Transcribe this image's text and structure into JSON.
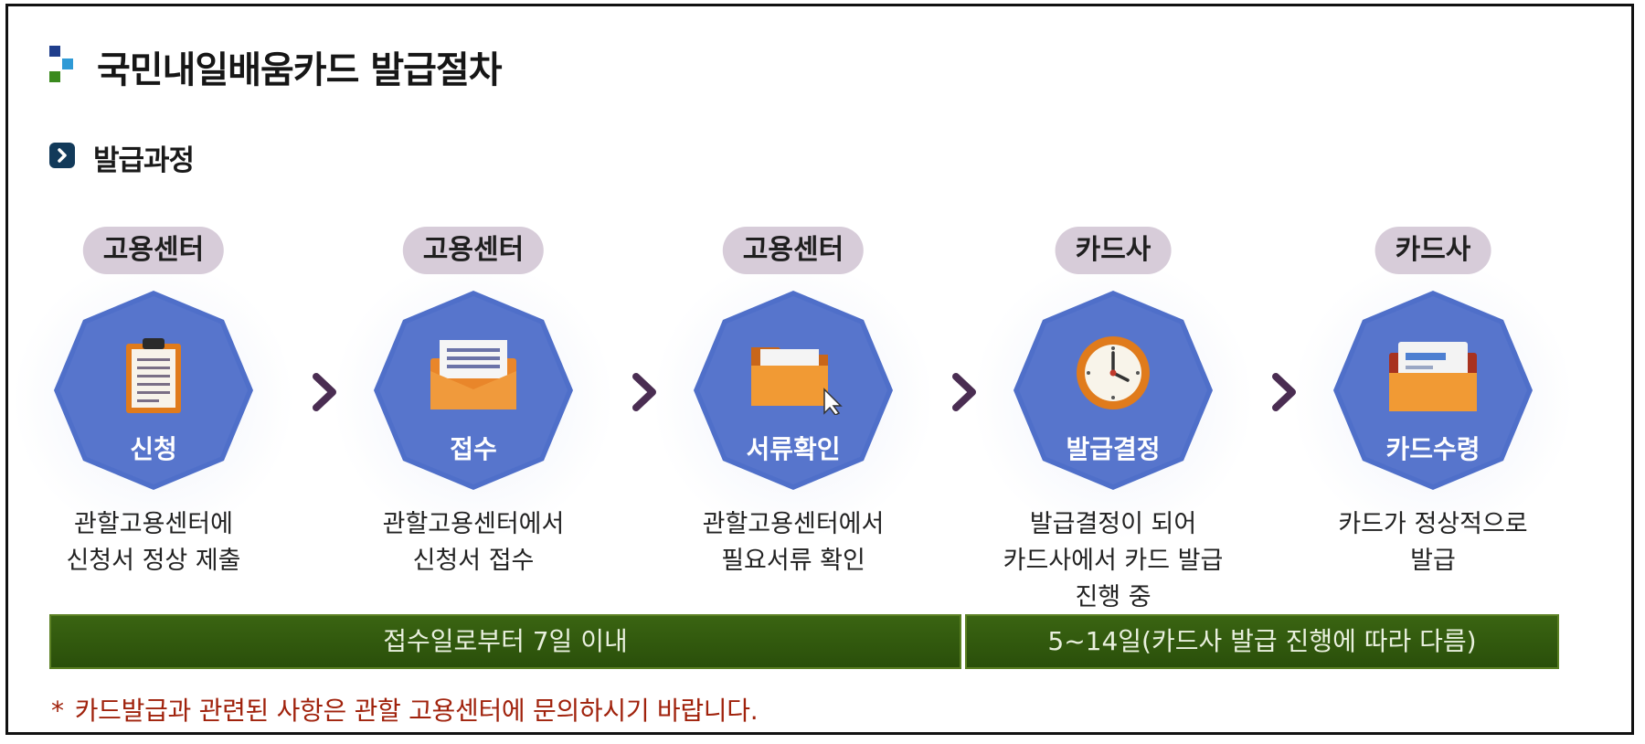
{
  "header": {
    "title": "국민내일배움카드 발급절차",
    "section": "발급과정"
  },
  "steps": [
    {
      "org": "고용센터",
      "icon": "clipboard-icon",
      "label": "신청",
      "desc": "관할고용센터에\n신청서 정상 제출"
    },
    {
      "org": "고용센터",
      "icon": "envelope-icon",
      "label": "접수",
      "desc": "관할고용센터에서\n신청서 접수"
    },
    {
      "org": "고용센터",
      "icon": "folder-cursor-icon",
      "label": "서류확인",
      "desc": "관할고용센터에서\n필요서류 확인"
    },
    {
      "org": "카드사",
      "icon": "clock-icon",
      "label": "발급결정",
      "desc": "발급결정이 되어\n카드사에서 카드 발급\n진행 중"
    },
    {
      "org": "카드사",
      "icon": "card-wallet-icon",
      "label": "카드수령",
      "desc": "카드가 정상적으로\n발급"
    }
  ],
  "periods": [
    "접수일로부터 7일 이내",
    "5~14일(카드사 발급 진행에 따라 다름)"
  ],
  "note": {
    "star": "*",
    "text": "카드발급과 관련된 사항은 관할 고용센터에 문의하시기 바랍니다."
  },
  "colors": {
    "hexagon": "#4f6fc9",
    "pill": "#d7ccd9",
    "chevron": "#4a2d52",
    "period_bar": "#33590e",
    "note": "#a0220c"
  }
}
